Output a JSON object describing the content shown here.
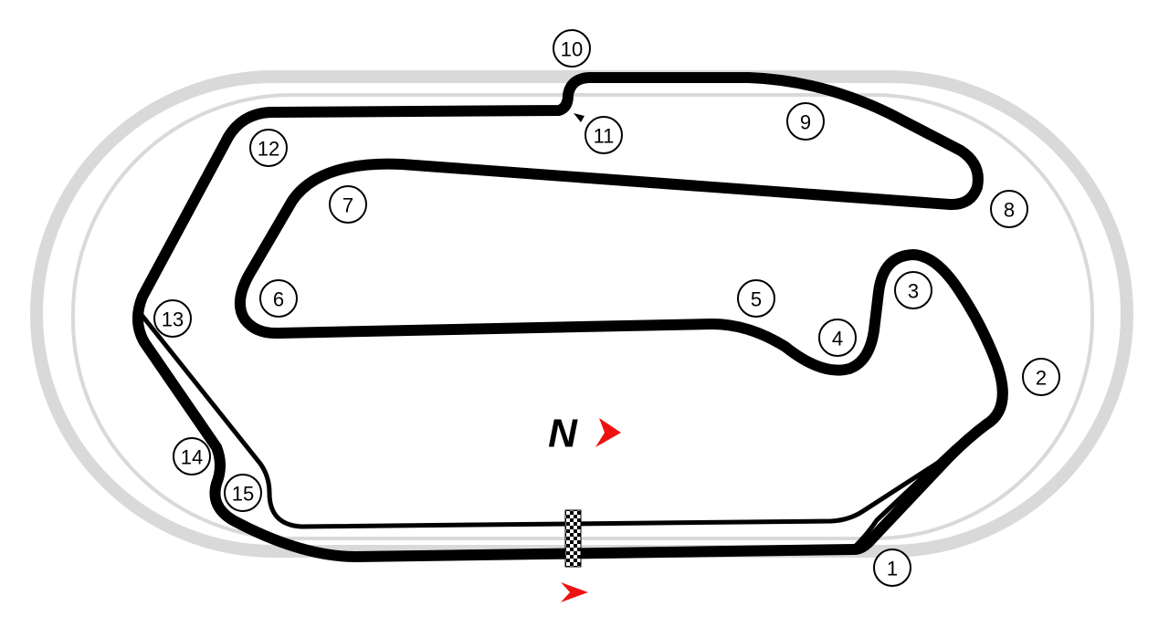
{
  "north_label": "N",
  "turns": [
    {
      "label": "1"
    },
    {
      "label": "2"
    },
    {
      "label": "3"
    },
    {
      "label": "4"
    },
    {
      "label": "5"
    },
    {
      "label": "6"
    },
    {
      "label": "7"
    },
    {
      "label": "8"
    },
    {
      "label": "9"
    },
    {
      "label": "10"
    },
    {
      "label": "11"
    },
    {
      "label": "12"
    },
    {
      "label": "13"
    },
    {
      "label": "14"
    },
    {
      "label": "15"
    }
  ],
  "colors": {
    "track": "#000000",
    "oval": "#d9d9d9",
    "direction_arrow": "#ee1111",
    "background": "#ffffff"
  },
  "icons": {
    "north": "north-arrow-icon",
    "direction": "direction-arrow-icon",
    "start_finish": "checkered-flag-icon"
  }
}
